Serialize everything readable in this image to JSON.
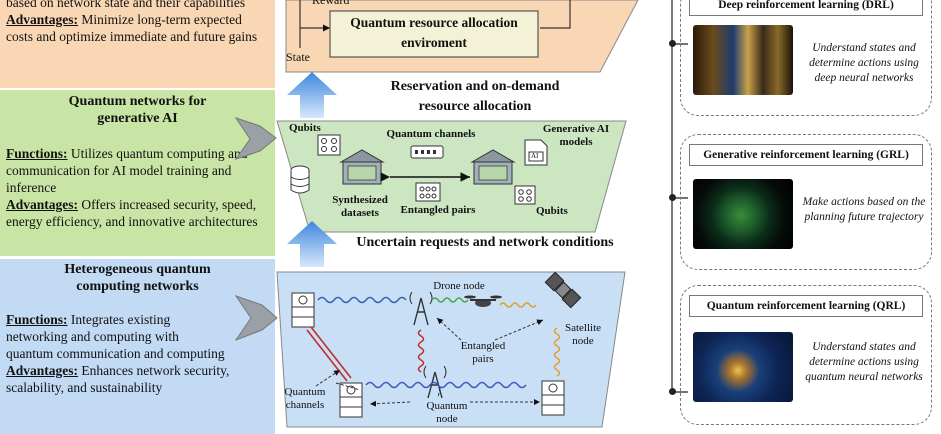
{
  "rl_section": {
    "top_text": {
      "functions_tail": "based on network state and their capabilities",
      "advantages_label": "Advantages:",
      "advantages_text": "Minimize long-term expected costs and optimize immediate and future gains"
    },
    "env_box": "Quantum resource allocation enviroment",
    "reward_label": "Reward",
    "state_label": "State"
  },
  "arrow_labels": {
    "upper": "Reservation and on-demand resource allocation",
    "lower": "Uncertain requests and network conditions"
  },
  "gen_ai_panel": {
    "title": "Quantum networks for generative AI",
    "functions_label": "Functions:",
    "functions_text": "Utilizes quantum computing and communication for AI model training and inference",
    "advantages_label": "Advantages:",
    "advantages_text": "Offers increased security, speed, energy efficiency, and innovative architectures"
  },
  "hqcn_panel": {
    "title": "Heterogeneous quantum computing networks",
    "functions_label": "Functions:",
    "functions_text": "Integrates existing networking and computing with quantum communication and computing",
    "advantages_label": "Advantages:",
    "advantages_text": "Enhances network security, scalability, and sustainability"
  },
  "gen_ai_diagram": {
    "qubits_left": "Qubits",
    "quantum_channels": "Quantum channels",
    "generative_ai_models": "Generative AI models",
    "synthesized_datasets": "Synthesized datasets",
    "entangled_pairs": "Entangled pairs",
    "qubits_right": "Qubits",
    "ai_chip_text": "AI"
  },
  "network_diagram": {
    "drone_node": "Drone node",
    "satellite_node": "Satellite node",
    "entangled_pairs": "Entangled pairs",
    "quantum_channels": "Quantum channels",
    "quantum_node": "Quantum node"
  },
  "rl_types": [
    {
      "title": "Deep reinforcement learning (DRL)",
      "description": "Understand states and determine actions using deep neural networks"
    },
    {
      "title": "Generative reinforcement learning (GRL)",
      "description": "Make actions based on the planning future trajectory"
    },
    {
      "title": "Quantum reinforcement learning (QRL)",
      "description": "Understand states and determine actions using quantum neural networks"
    }
  ],
  "colors": {
    "orange_panel": "#fad7b4",
    "green_panel": "#c9e5a5",
    "blue_panel": "#c2daf4",
    "arrow_blue": "#4a90e2"
  }
}
